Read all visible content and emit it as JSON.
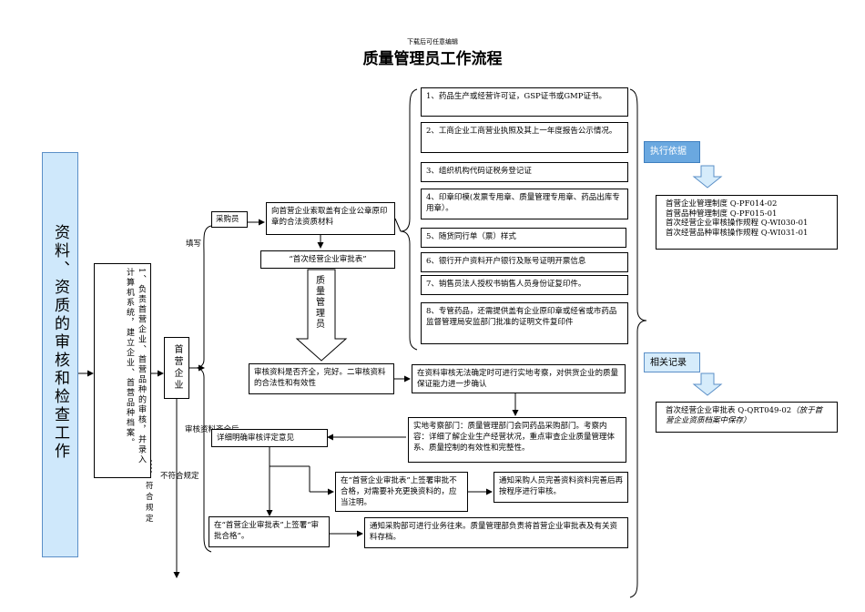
{
  "header": {
    "top_note": "下载后可任意编辑",
    "title": "质量管理员工作流程"
  },
  "side_banner": "资料、资质的审核和检查工作",
  "archive_box": "1、负责首营企业、首营品种的审核，并录入计算机系统，建立企业、首营品种档案。",
  "qiye_box": "首营企业",
  "labels": {
    "tianxie": "填写",
    "caigou": "采购员",
    "zhiliang_guanli": "质量管理员",
    "shenhe_label": "审核资料齐全后",
    "buhege": "不符合规定",
    "fuhe_guiding": "符合规定"
  },
  "flow": {
    "request": "向首营企业索取盖有企业公章原印章的合法资质材料",
    "form": "“首次经营企业审批表”",
    "review": "审核资料是否齐全，完好。二审核资料的合法性和有效性",
    "confirm": "在资料审核无法确定时可进行实地考察，对供货企业的质量保证能力进一步确认",
    "inspect": "实地考察部门：质量管理部门会同药品采购部门。考察内容：详细了解企业生产经营状况，重点审查企业质量管理体系、质量控制的有效性和完整性。",
    "opinion": "详细明确审核评定意见",
    "reject": "在“首营企业审批表”上签署审批不合格，对需要补充更换资料的，应当注明。",
    "notify_buyer": "通知采购人员完善资料资料完善后再按程序进行审核。",
    "approve": "在“首营企业审批表”上签署“审批合格”。",
    "notify_dept": "通知采购部可进行业务往来。质量管理部负责将首营企业审批表及有关资料存档。"
  },
  "materials": [
    "1、药品生产或经营许可证，GSP证书或GMP证书。",
    "2、工商企业工商营业执照及其上一年度报告公示情况。",
    "3、组织机构代码证税务登记证",
    "4、印章印模(发票专用章、质量管理专用章、药品出库专用章）。",
    "5、随货同行单（票）样式",
    "6、银行开户资料开户银行及账号证明开票信息",
    "7、销售员法人授权书销售人员身份证复印件。",
    "8、专管药品，还需提供盖有企业原印章或经省或市药品监督管理局安监部门批准的证明文件复印件"
  ],
  "basis": {
    "tag": "执行依据",
    "items": [
      "首营企业管理制度 Q-PF014-02",
      "首营品种管理制度 Q-PF015-01",
      "首次经营企业审核操作规程 Q-WI030-01",
      "首次经营品种审核操作规程 Q-WI031-01"
    ]
  },
  "records": {
    "tag": "相关记录",
    "item": "首次经营企业审批表 Q-QRT049-02",
    "note": "（放于首营企业资质档案中保存）"
  },
  "colors": {
    "banner_fill": "#cfe8fb",
    "tag_fill": "#6aa8e0",
    "arrow_fill": "#d6ecfb"
  }
}
